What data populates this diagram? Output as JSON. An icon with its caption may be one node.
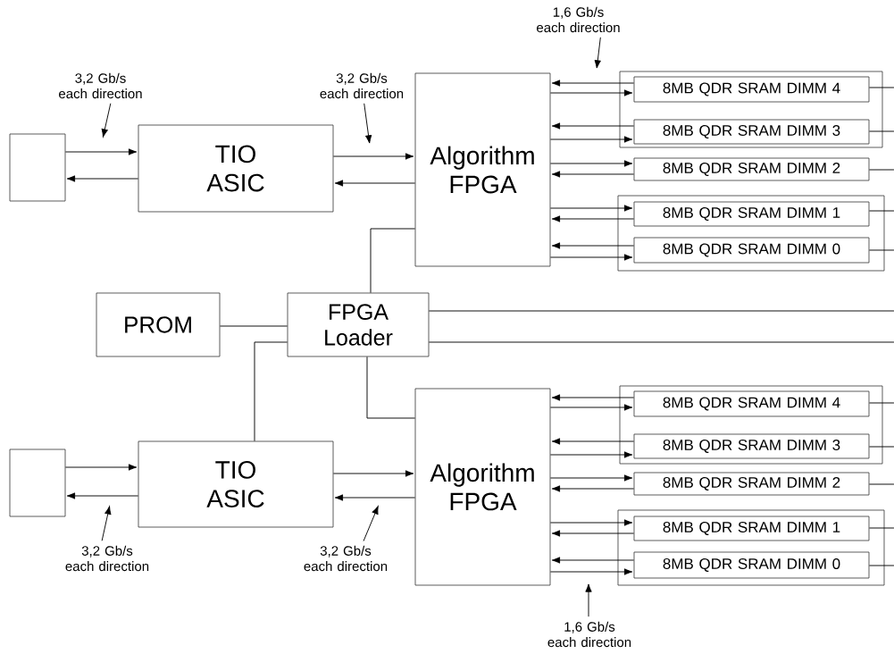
{
  "diagram": {
    "nodes": [
      {
        "text": [],
        "shape": "box"
      },
      {
        "text": [
          "TIO ASIC"
        ]
      },
      {
        "text": [
          "Algorithm FPGA"
        ]
      },
      {
        "text": [],
        "shape": "box"
      },
      {
        "text": [
          "8MB QDR SRAM DIMM 4"
        ],
        "in": 3
      },
      {
        "text": [
          "8MB QDR SRAM DIMM 3"
        ],
        "in": 3
      },
      {
        "text": [
          "8MB QDR SRAM DIMM 2"
        ]
      },
      {
        "text": [],
        "shape": "box"
      },
      {
        "text": [
          "8MB QDR SRAM DIMM 1"
        ],
        "in": 7
      },
      {
        "text": [
          "8MB QDR SRAM DIMM 0"
        ],
        "in": 7
      },
      {
        "text": [
          "PROM"
        ]
      },
      {
        "text": [
          "FPGA Loader"
        ]
      },
      {
        "text": [],
        "shape": "box"
      },
      {
        "text": [
          "TIO ASIC"
        ]
      },
      {
        "text": [
          "Algorithm FPGA"
        ]
      },
      {
        "text": [],
        "shape": "box"
      },
      {
        "text": [
          "8MB QDR SRAM DIMM 4"
        ],
        "in": 15
      },
      {
        "text": [
          "8MB QDR SRAM DIMM 3"
        ],
        "in": 15
      },
      {
        "text": [
          "8MB QDR SRAM DIMM 2"
        ]
      },
      {
        "text": [],
        "shape": "box"
      },
      {
        "text": [
          "8MB QDR SRAM DIMM 1"
        ],
        "in": 19
      },
      {
        "text": [
          "8MB QDR SRAM DIMM 0"
        ],
        "in": 19
      },
      {
        "text": [
          "3,2 Gb/s each direction"
        ]
      },
      {
        "text": [
          "3,2 Gb/s each direction"
        ]
      },
      {
        "text": [
          "1,6 Gb/s each direction"
        ]
      },
      {
        "text": [
          "3,2 Gb/s each direction"
        ]
      },
      {
        "text": [
          "3,2 Gb/s each direction"
        ]
      },
      {
        "text": [
          "1,6 Gb/s each direction"
        ]
      }
    ],
    "edges": [
      {
        "from": 0,
        "to": 1,
        "arrow": "to"
      },
      {
        "from": 1,
        "to": 0,
        "arrow": "to"
      },
      {
        "from": 1,
        "to": 2,
        "arrow": "to"
      },
      {
        "from": 2,
        "to": 1,
        "arrow": "to"
      },
      {
        "from": 4,
        "to": 2,
        "arrow": "to"
      },
      {
        "from": 2,
        "to": 4,
        "arrow": "to"
      },
      {
        "from": 5,
        "to": 2,
        "arrow": "to"
      },
      {
        "from": 2,
        "to": 5,
        "arrow": "to"
      },
      {
        "from": 2,
        "to": 6,
        "arrow": "to"
      },
      {
        "from": 6,
        "to": 2,
        "arrow": "to"
      },
      {
        "from": 2,
        "to": 8,
        "arrow": "to"
      },
      {
        "from": 8,
        "to": 2,
        "arrow": "to"
      },
      {
        "from": 9,
        "to": 2,
        "arrow": "to"
      },
      {
        "from": 2,
        "to": 9,
        "arrow": "to"
      },
      {
        "from": 4,
        "to": null,
        "arrow": "none"
      },
      {
        "from": 5,
        "to": null,
        "arrow": "none"
      },
      {
        "from": 6,
        "to": null,
        "arrow": "none"
      },
      {
        "from": 8,
        "to": null,
        "arrow": "none"
      },
      {
        "from": 9,
        "to": null,
        "arrow": "none"
      },
      {
        "from": 10,
        "to": 11,
        "arrow": "none"
      },
      {
        "from": 11,
        "to": 2,
        "arrow": "none"
      },
      {
        "from": 11,
        "to": 14,
        "arrow": "none"
      },
      {
        "from": 11,
        "to": 13,
        "arrow": "none"
      },
      {
        "from": 11,
        "to": null,
        "arrow": "none"
      },
      {
        "from": 11,
        "to": null,
        "arrow": "none"
      },
      {
        "from": 12,
        "to": 13,
        "arrow": "to"
      },
      {
        "from": 13,
        "to": 12,
        "arrow": "to"
      },
      {
        "from": 13,
        "to": 14,
        "arrow": "to"
      },
      {
        "from": 14,
        "to": 13,
        "arrow": "to"
      },
      {
        "from": 16,
        "to": 14,
        "arrow": "to"
      },
      {
        "from": 14,
        "to": 16,
        "arrow": "to"
      },
      {
        "from": 17,
        "to": 14,
        "arrow": "to"
      },
      {
        "from": 14,
        "to": 17,
        "arrow": "to"
      },
      {
        "from": 14,
        "to": 18,
        "arrow": "to"
      },
      {
        "from": 18,
        "to": 14,
        "arrow": "to"
      },
      {
        "from": 14,
        "to": 20,
        "arrow": "to"
      },
      {
        "from": 20,
        "to": 14,
        "arrow": "to"
      },
      {
        "from": 21,
        "to": 14,
        "arrow": "to"
      },
      {
        "from": 14,
        "to": 21,
        "arrow": "to"
      },
      {
        "from": 16,
        "to": null,
        "arrow": "none"
      },
      {
        "from": 17,
        "to": null,
        "arrow": "none"
      },
      {
        "from": 18,
        "to": null,
        "arrow": "none"
      },
      {
        "from": 20,
        "to": null,
        "arrow": "none"
      },
      {
        "from": 21,
        "to": null,
        "arrow": "none"
      },
      {
        "from": 22,
        "to": null,
        "arrow": "to"
      },
      {
        "from": 23,
        "to": null,
        "arrow": "to"
      },
      {
        "from": 24,
        "to": null,
        "arrow": "to"
      },
      {
        "from": 25,
        "to": null,
        "arrow": "to"
      },
      {
        "from": 26,
        "to": null,
        "arrow": "to"
      },
      {
        "from": 27,
        "to": null,
        "arrow": "to"
      }
    ]
  }
}
